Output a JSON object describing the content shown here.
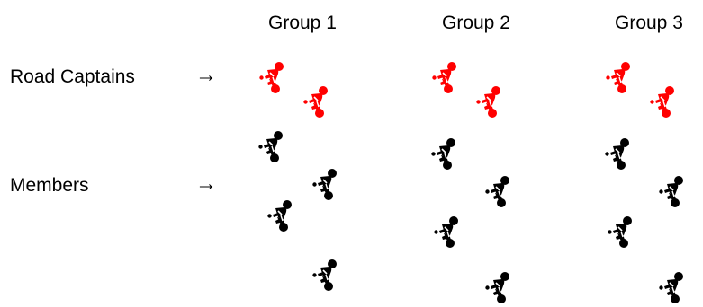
{
  "groups": [
    {
      "label": "Group 1"
    },
    {
      "label": "Group 2"
    },
    {
      "label": "Group 3"
    }
  ],
  "rows": {
    "road_captains": {
      "label": "Road Captains",
      "arrow": "→"
    },
    "members": {
      "label": "Members",
      "arrow": "→"
    }
  },
  "rider_icon": "motorcycle-rider-icon",
  "colors": {
    "road_captain": "#ff0000",
    "member": "#000000",
    "text": "#000000",
    "background": "#ffffff"
  },
  "counts_per_group": {
    "road_captains": 2,
    "members": 4
  }
}
